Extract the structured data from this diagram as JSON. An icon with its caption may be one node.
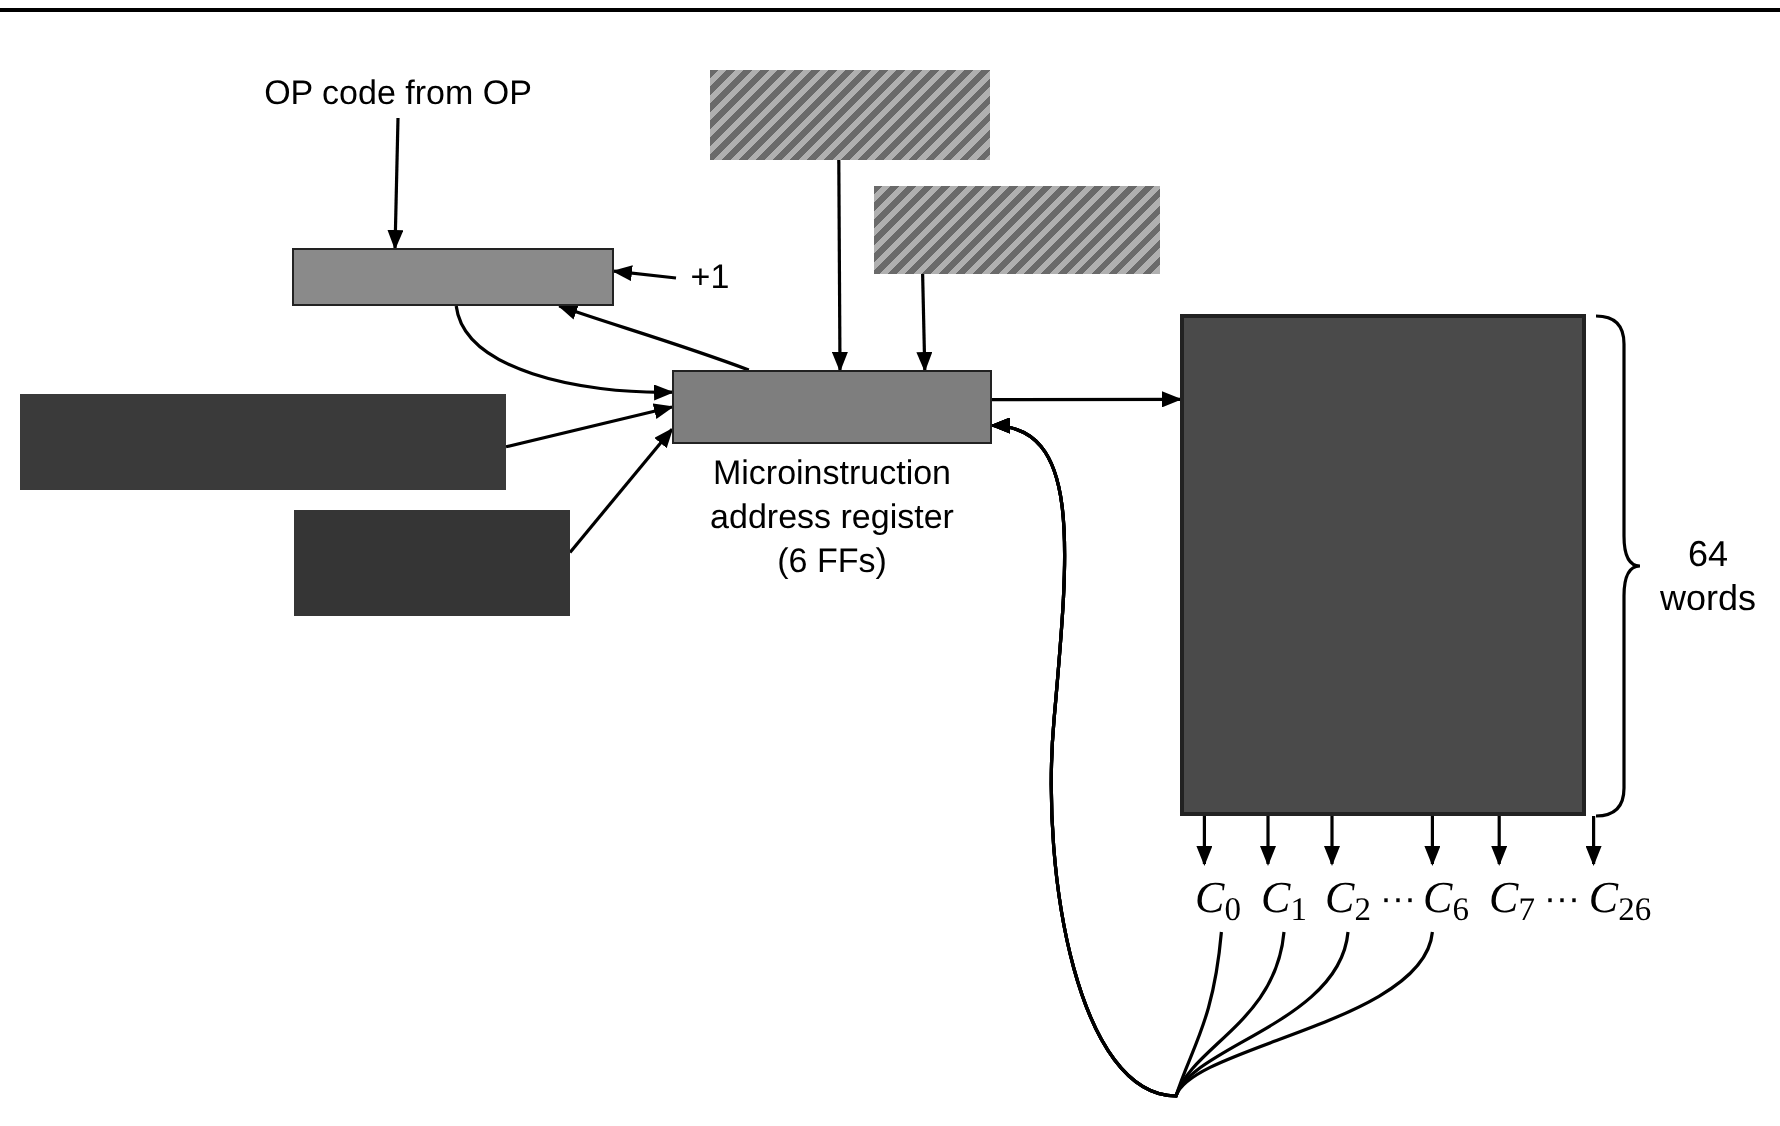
{
  "diagram": {
    "nodes": [
      {
        "text": [
          "OP code from OP"
        ]
      },
      {
        "text": [],
        "shape": "box"
      },
      {
        "text": [
          "+1"
        ]
      },
      {
        "text": [],
        "shape": "box"
      },
      {
        "text": [],
        "shape": "box"
      },
      {
        "text": [],
        "shape": "box"
      },
      {
        "text": [],
        "shape": "box"
      },
      {
        "text": [],
        "shape": "box",
        "beside": [
          "Microinstruction address register (6 FFs)"
        ]
      },
      {
        "text": [],
        "shape": "box"
      },
      {
        "text": [
          "*C*$_{0}$"
        ]
      },
      {
        "text": [
          "*C*$_{1}$"
        ]
      },
      {
        "text": [
          "*C*$_{2}$"
        ]
      },
      {
        "text": [
          "*C*$_{6}$"
        ]
      },
      {
        "text": [
          "*C*$_{7}$"
        ]
      },
      {
        "text": [
          "*C*$_{26}$"
        ]
      }
    ],
    "edges": [
      {
        "from": 0,
        "to": 1,
        "arrow": "to"
      },
      {
        "from": 2,
        "to": 1,
        "arrow": "to"
      },
      {
        "from": 1,
        "to": 7,
        "arrow": "to"
      },
      {
        "from": 7,
        "to": 1,
        "arrow": "to"
      },
      {
        "from": 3,
        "to": 7,
        "arrow": "to"
      },
      {
        "from": 4,
        "to": 7,
        "arrow": "to"
      },
      {
        "from": 5,
        "to": 7,
        "arrow": "to"
      },
      {
        "from": 6,
        "to": 7,
        "arrow": "to"
      },
      {
        "from": 7,
        "to": 8,
        "arrow": "to"
      },
      {
        "from": 8,
        "to": 9,
        "arrow": "to"
      },
      {
        "from": 8,
        "to": 10,
        "arrow": "to"
      },
      {
        "from": 8,
        "to": 11,
        "arrow": "to"
      },
      {
        "from": 8,
        "to": 12,
        "arrow": "to"
      },
      {
        "from": 8,
        "to": 13,
        "arrow": "to"
      },
      {
        "from": 8,
        "to": 14,
        "arrow": "to"
      },
      {
        "from": 9,
        "to": 7,
        "arrow": "to"
      },
      {
        "from": 10,
        "to": 7,
        "arrow": "to"
      },
      {
        "from": 11,
        "to": 7,
        "arrow": "to"
      },
      {
        "from": 12,
        "to": 7,
        "arrow": "to"
      }
    ],
    "labels": [
      "···",
      "···",
      "64 words"
    ]
  }
}
